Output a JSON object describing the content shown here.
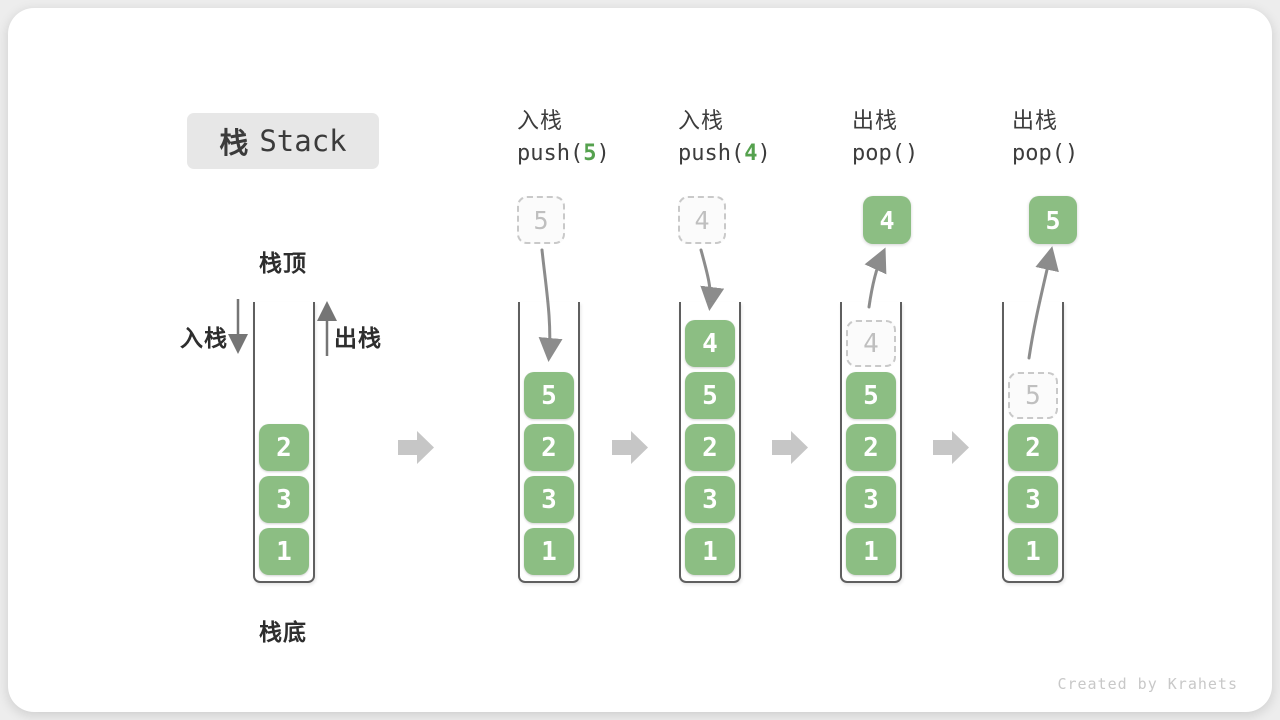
{
  "title": {
    "zh": "栈",
    "en": "Stack"
  },
  "first_stack": {
    "top_label": "栈顶",
    "bottom_label": "栈底",
    "push_side_label": "入栈",
    "pop_side_label": "出栈"
  },
  "colors": {
    "block_green": "#8cbe83",
    "accent_green": "#55a14e",
    "container_line": "#5f5f5f",
    "dashed_border": "#c9c9c9",
    "dashed_text": "#bfbfbf",
    "curved_arrow": "#8c8c8c",
    "flow_arrow": "#c6c6c6",
    "title_box_bg": "#e7e7e7"
  },
  "stages": [
    {
      "id": "initial",
      "op": null,
      "floating": null,
      "blocks_top_to_bottom": [
        "2",
        "3",
        "1"
      ],
      "slots": [
        {
          "row": 2,
          "v": "2",
          "style": "solid"
        },
        {
          "row": 3,
          "v": "3",
          "style": "solid"
        },
        {
          "row": 4,
          "v": "1",
          "style": "solid"
        }
      ]
    },
    {
      "id": "push-5",
      "op": {
        "line1": "入栈",
        "parts": [
          {
            "t": "push(",
            "c": "d"
          },
          {
            "t": "5",
            "c": "g"
          },
          {
            "t": ")",
            "c": "d"
          }
        ]
      },
      "floating": {
        "v": "5",
        "style": "dashed"
      },
      "blocks_top_to_bottom": [
        "5",
        "2",
        "3",
        "1"
      ],
      "slots": [
        {
          "row": 1,
          "v": "5",
          "style": "solid"
        },
        {
          "row": 2,
          "v": "2",
          "style": "solid"
        },
        {
          "row": 3,
          "v": "3",
          "style": "solid"
        },
        {
          "row": 4,
          "v": "1",
          "style": "solid"
        }
      ]
    },
    {
      "id": "push-4",
      "op": {
        "line1": "入栈",
        "parts": [
          {
            "t": "push(",
            "c": "d"
          },
          {
            "t": "4",
            "c": "g"
          },
          {
            "t": ")",
            "c": "d"
          }
        ]
      },
      "floating": {
        "v": "4",
        "style": "dashed"
      },
      "blocks_top_to_bottom": [
        "4",
        "5",
        "2",
        "3",
        "1"
      ],
      "slots": [
        {
          "row": 0,
          "v": "4",
          "style": "solid"
        },
        {
          "row": 1,
          "v": "5",
          "style": "solid"
        },
        {
          "row": 2,
          "v": "2",
          "style": "solid"
        },
        {
          "row": 3,
          "v": "3",
          "style": "solid"
        },
        {
          "row": 4,
          "v": "1",
          "style": "solid"
        }
      ]
    },
    {
      "id": "pop-4",
      "op": {
        "line1": "出栈",
        "parts": [
          {
            "t": "pop()",
            "c": "d"
          }
        ]
      },
      "floating": {
        "v": "4",
        "style": "solid"
      },
      "blocks_top_to_bottom": [
        "5",
        "2",
        "3",
        "1"
      ],
      "slots": [
        {
          "row": 0,
          "v": "4",
          "style": "ghost"
        },
        {
          "row": 1,
          "v": "5",
          "style": "solid"
        },
        {
          "row": 2,
          "v": "2",
          "style": "solid"
        },
        {
          "row": 3,
          "v": "3",
          "style": "solid"
        },
        {
          "row": 4,
          "v": "1",
          "style": "solid"
        }
      ]
    },
    {
      "id": "pop-5",
      "op": {
        "line1": "出栈",
        "parts": [
          {
            "t": "pop()",
            "c": "d"
          }
        ]
      },
      "floating": {
        "v": "5",
        "style": "solid"
      },
      "blocks_top_to_bottom": [
        "2",
        "3",
        "1"
      ],
      "slots": [
        {
          "row": 1,
          "v": "5",
          "style": "ghost"
        },
        {
          "row": 2,
          "v": "2",
          "style": "solid"
        },
        {
          "row": 3,
          "v": "3",
          "style": "solid"
        },
        {
          "row": 4,
          "v": "1",
          "style": "solid"
        }
      ]
    }
  ],
  "watermark": "Created by Krahets"
}
